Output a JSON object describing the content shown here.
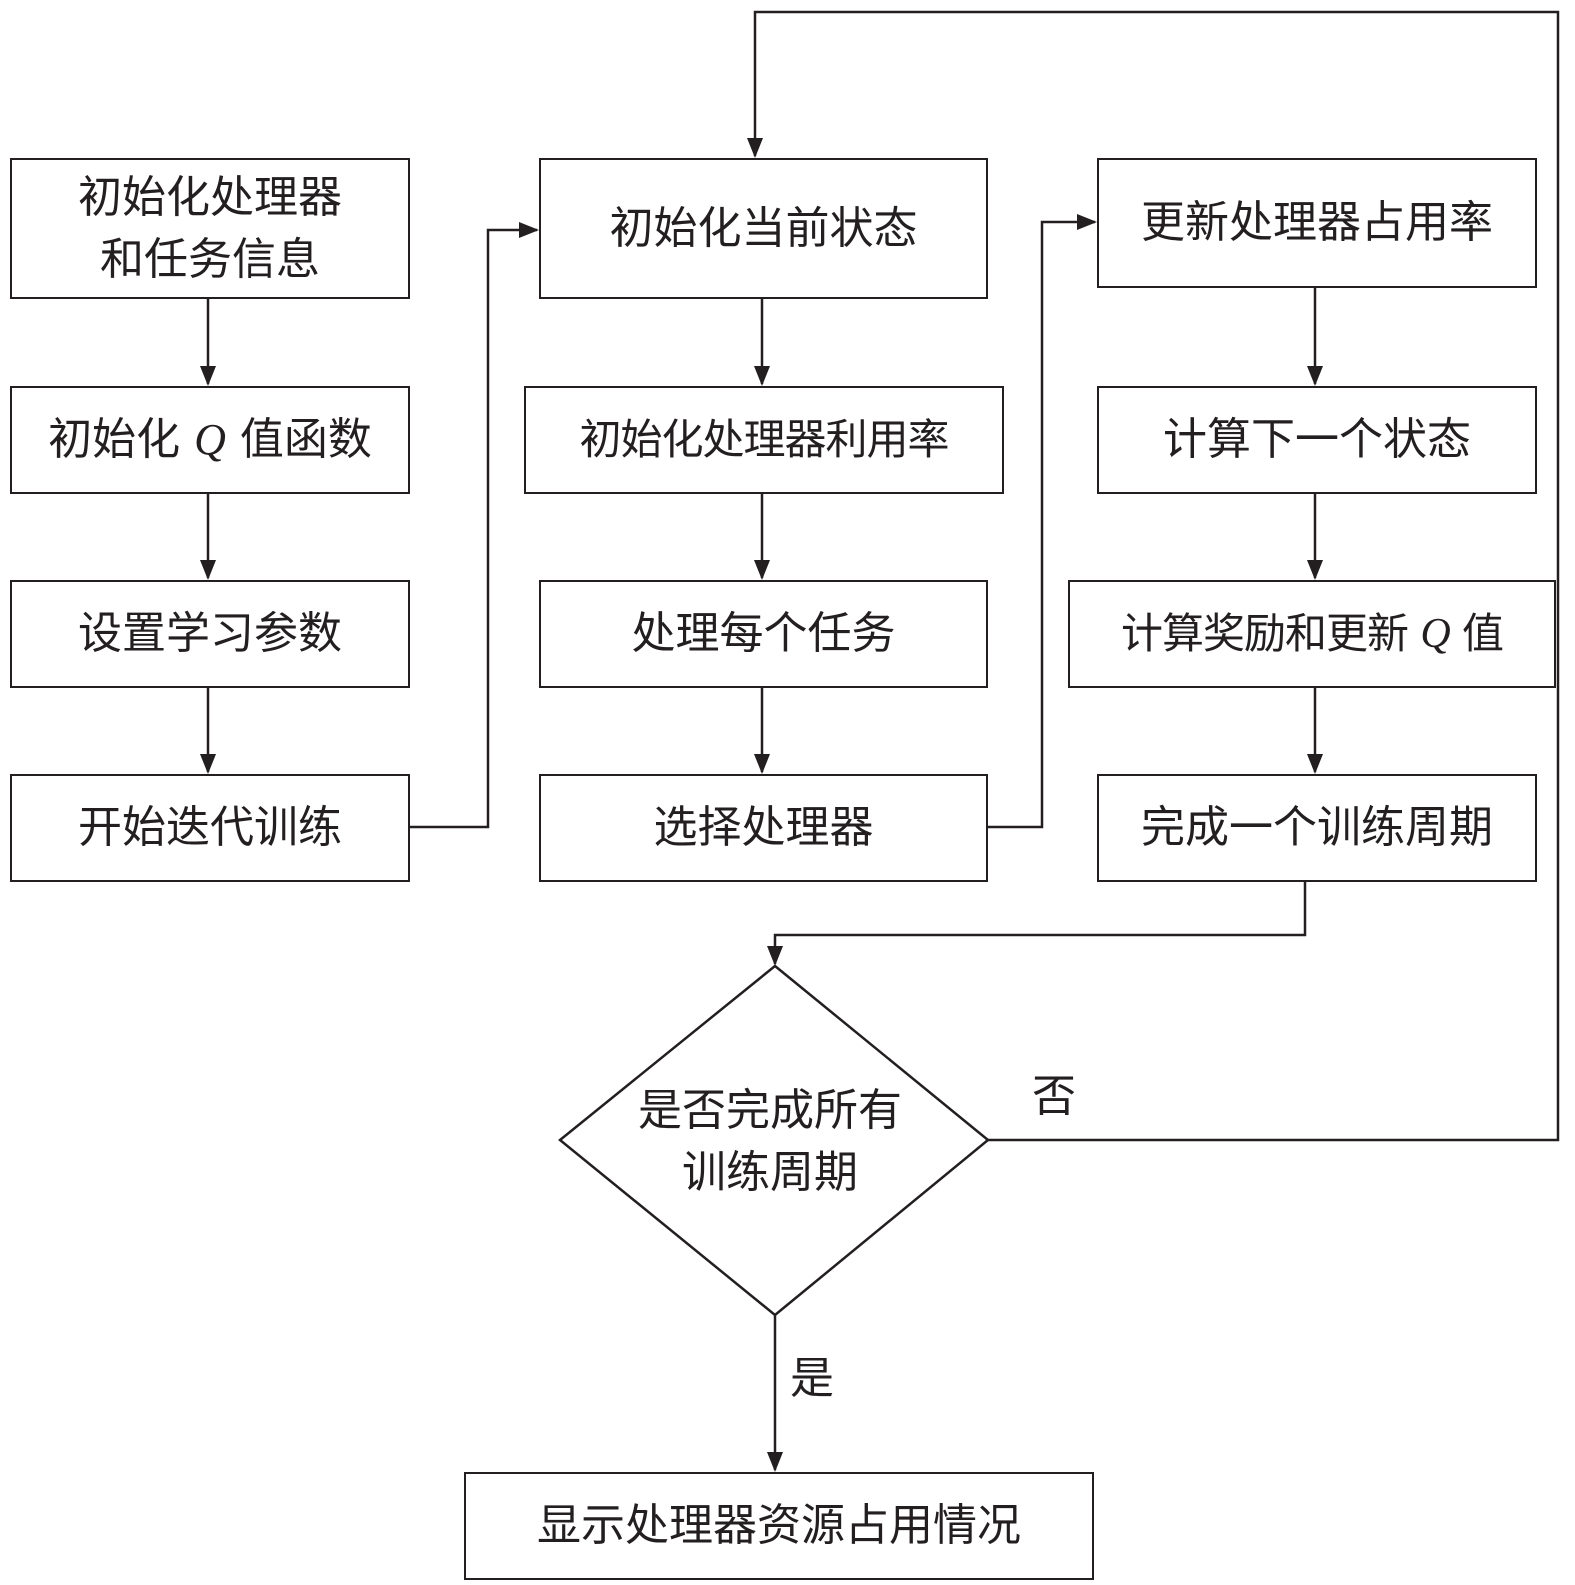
{
  "colors": {
    "stroke": "#231f20",
    "background": "#ffffff"
  },
  "nodes": {
    "init_processor_task_line1": "初始化处理器",
    "init_processor_task_line2": "和任务信息",
    "init_q_prefix": "初始化",
    "init_q_symbol": "Q",
    "init_q_suffix": "值函数",
    "set_learning_params": "设置学习参数",
    "start_iterative_training": "开始迭代训练",
    "init_current_state": "初始化当前状态",
    "init_processor_utilization": "初始化处理器利用率",
    "process_each_task": "处理每个任务",
    "select_processor": "选择处理器",
    "update_processor_occupancy": "更新处理器占用率",
    "compute_next_state": "计算下一个状态",
    "reward_update_prefix": "计算奖励和更新",
    "reward_update_symbol": "Q",
    "reward_update_suffix": "值",
    "complete_training_cycle": "完成一个训练周期",
    "decision_line1": "是否完成所有",
    "decision_line2": "训练周期",
    "show_resource_usage": "显示处理器资源占用情况"
  },
  "edge_labels": {
    "no": "否",
    "yes": "是"
  }
}
